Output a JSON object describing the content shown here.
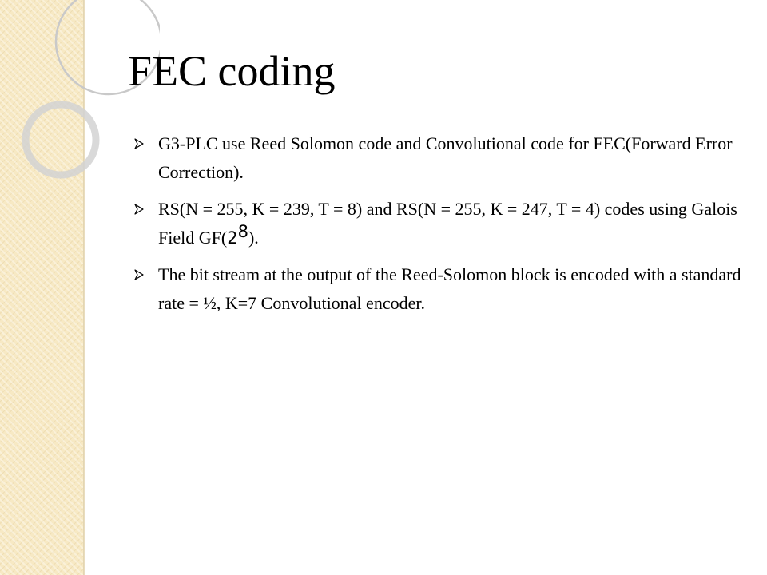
{
  "slide": {
    "title": "FEC coding",
    "bullets": [
      {
        "text": "G3-PLC use Reed Solomon code and Convolutional code for FEC(Forward Error Correction)."
      },
      {
        "text_before": " RS(N = 255, K = 239, T = 8) and RS(N = 255, K = 247, T = 4) codes using Galois Field GF(",
        "base": "2",
        "exponent": "8",
        "text_after": ")."
      },
      {
        "text": "The bit stream at the output of the Reed-Solomon block is encoded with a standard rate = ½, K=7 Convolutional encoder."
      }
    ],
    "bullet_icon": "arrow-bullet-icon",
    "colors": {
      "side_panel": "#f7e9c4",
      "ring_stroke": "#c9c9c9",
      "text": "#000000"
    }
  }
}
